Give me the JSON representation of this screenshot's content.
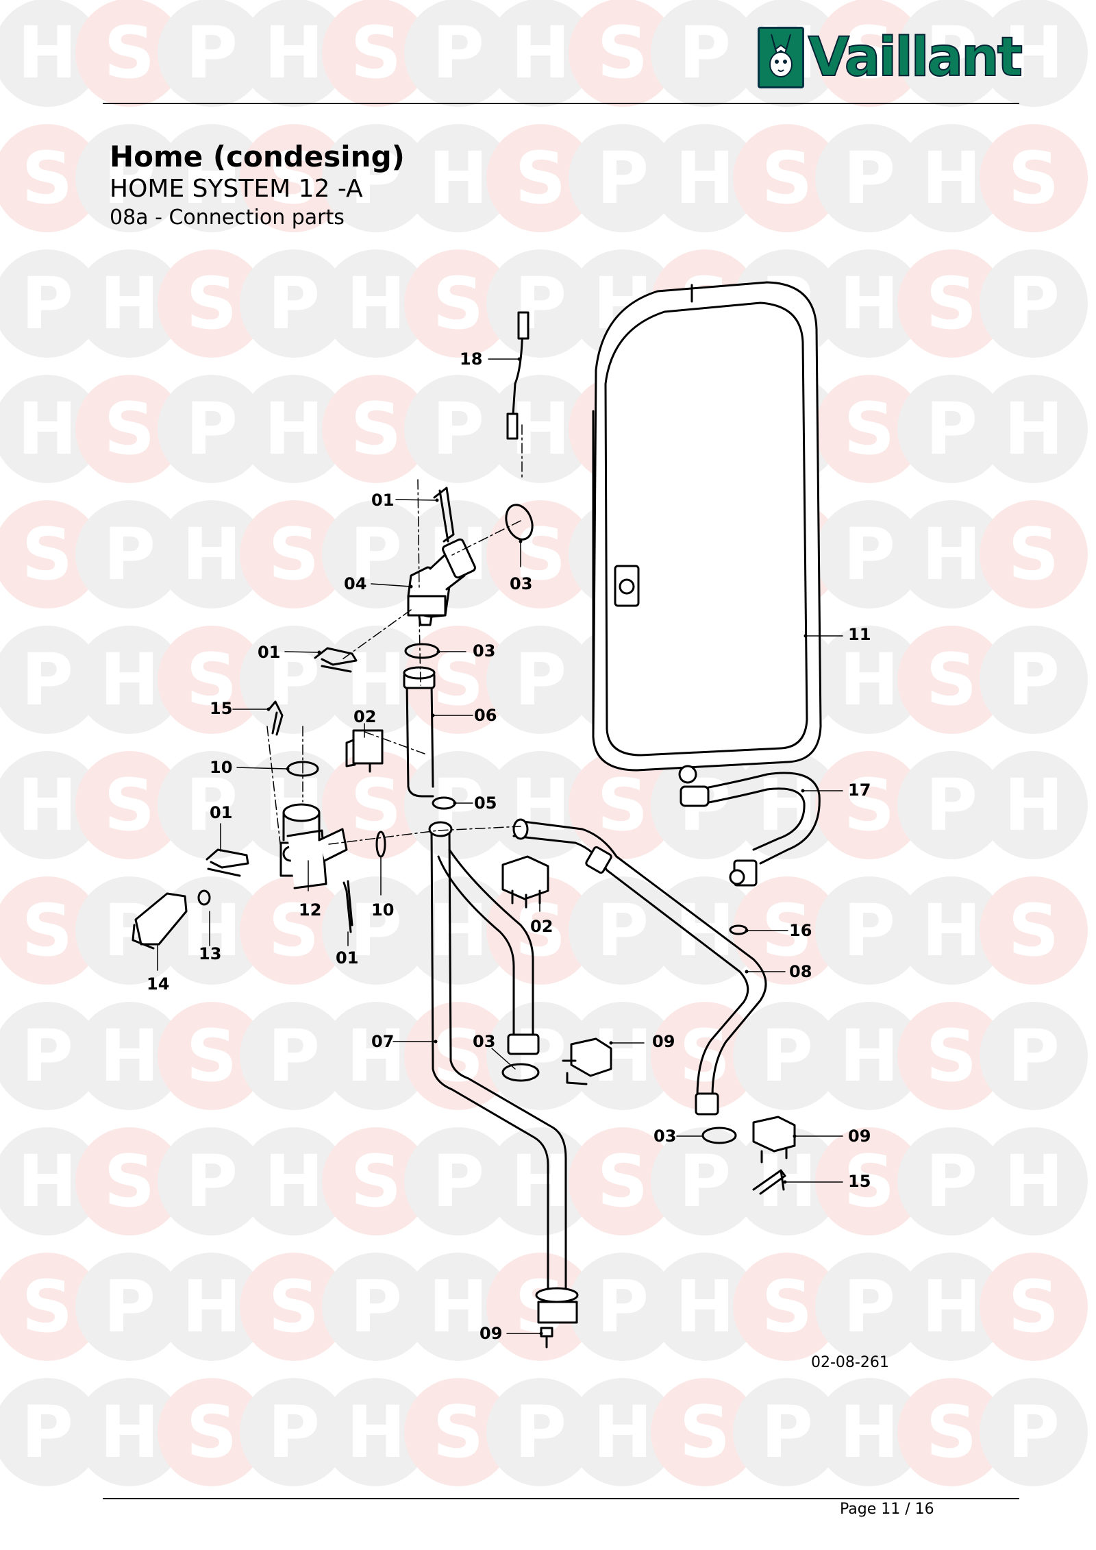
{
  "brand": {
    "name": "Vaillant",
    "logo_icon": "hare-icon",
    "color": "#0a7c5a"
  },
  "watermark": {
    "letters": [
      "H",
      "S",
      "P"
    ]
  },
  "title": {
    "main": "Home (condesing)",
    "model": "HOME SYSTEM 12 -A",
    "section": "08a - Connection parts"
  },
  "callouts": [
    {
      "id": "c18",
      "label": "18"
    },
    {
      "id": "c01a",
      "label": "01"
    },
    {
      "id": "c03a",
      "label": "03"
    },
    {
      "id": "c04",
      "label": "04"
    },
    {
      "id": "c11",
      "label": "11"
    },
    {
      "id": "c01b",
      "label": "01"
    },
    {
      "id": "c03b",
      "label": "03"
    },
    {
      "id": "c15a",
      "label": "15"
    },
    {
      "id": "c02a",
      "label": "02"
    },
    {
      "id": "c06",
      "label": "06"
    },
    {
      "id": "c10a",
      "label": "10"
    },
    {
      "id": "c17",
      "label": "17"
    },
    {
      "id": "c05",
      "label": "05"
    },
    {
      "id": "c01c",
      "label": "01"
    },
    {
      "id": "c12",
      "label": "12"
    },
    {
      "id": "c10b",
      "label": "10"
    },
    {
      "id": "c02b",
      "label": "02"
    },
    {
      "id": "c16",
      "label": "16"
    },
    {
      "id": "c13",
      "label": "13"
    },
    {
      "id": "c01d",
      "label": "01"
    },
    {
      "id": "c14",
      "label": "14"
    },
    {
      "id": "c08",
      "label": "08"
    },
    {
      "id": "c07",
      "label": "07"
    },
    {
      "id": "c03c",
      "label": "03"
    },
    {
      "id": "c09a",
      "label": "09"
    },
    {
      "id": "c03d",
      "label": "03"
    },
    {
      "id": "c09b",
      "label": "09"
    },
    {
      "id": "c15b",
      "label": "15"
    },
    {
      "id": "c09c",
      "label": "09"
    }
  ],
  "drawing_ref": "02-08-261",
  "page_number": "Page 11 / 16"
}
